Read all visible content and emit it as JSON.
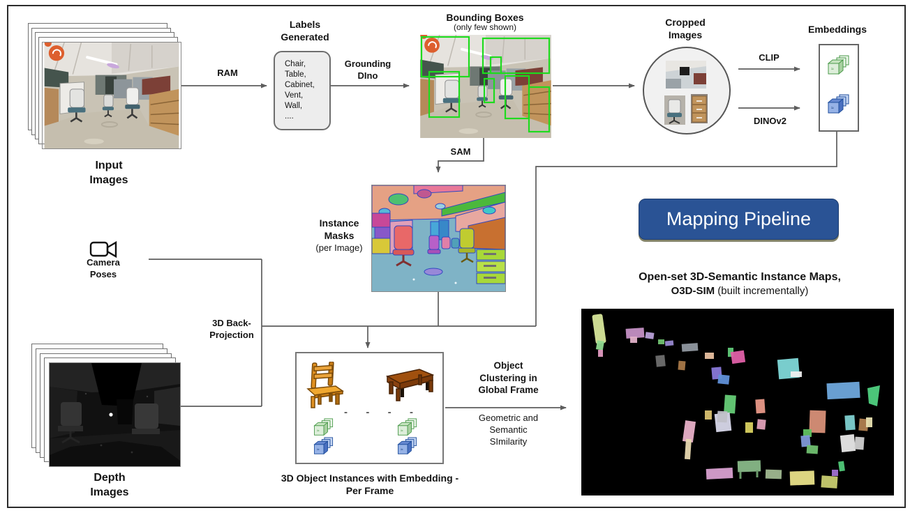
{
  "nodes": {
    "input_images": {
      "label": "Input\nImages"
    },
    "labels_generated": {
      "title": "Labels\nGenerated",
      "items": "Chair,\nTable,\nCabinet,\nVent,\nWall,\n...."
    },
    "bounding_boxes": {
      "title": "Bounding Boxes",
      "subtitle": "(only few shown)"
    },
    "cropped_images": {
      "title": "Cropped\nImages"
    },
    "embeddings": {
      "title": "Embeddings"
    },
    "instance_masks": {
      "title": "Instance\nMasks",
      "subtitle": "(per Image)"
    },
    "camera_poses": {
      "label": "Camera\nPoses"
    },
    "depth_images": {
      "label": "Depth\nImages"
    },
    "object_instances": {
      "caption": "3D Object Instances with Embedding -\nPer Frame",
      "separator": "-  -  -  -"
    },
    "o3dsim": {
      "title": "Open-set 3D-Semantic Instance Maps,",
      "name_bold": "O3D-SIM",
      "name_note": " (built incrementally)"
    }
  },
  "edges": {
    "ram": "RAM",
    "grounding_dino": "Grounding\nDIno",
    "clip": "CLIP",
    "dinov2": "DINOv2",
    "sam": "SAM",
    "back_projection": "3D Back-\nProjection",
    "object_clustering": {
      "label": "Object\nClustering in\nGlobal Frame",
      "criteria": "Geometric and\nSemantic\nSImilarity"
    }
  },
  "banner": {
    "label": "Mapping Pipeline",
    "bg_color": "#2a5395",
    "text_color": "#ffffff"
  },
  "colors": {
    "connector": "#5d5d5d",
    "bbox_green": "#1edb1e",
    "embedding_green": "#4a9a4a",
    "embedding_blue": "#1f4e9c"
  }
}
